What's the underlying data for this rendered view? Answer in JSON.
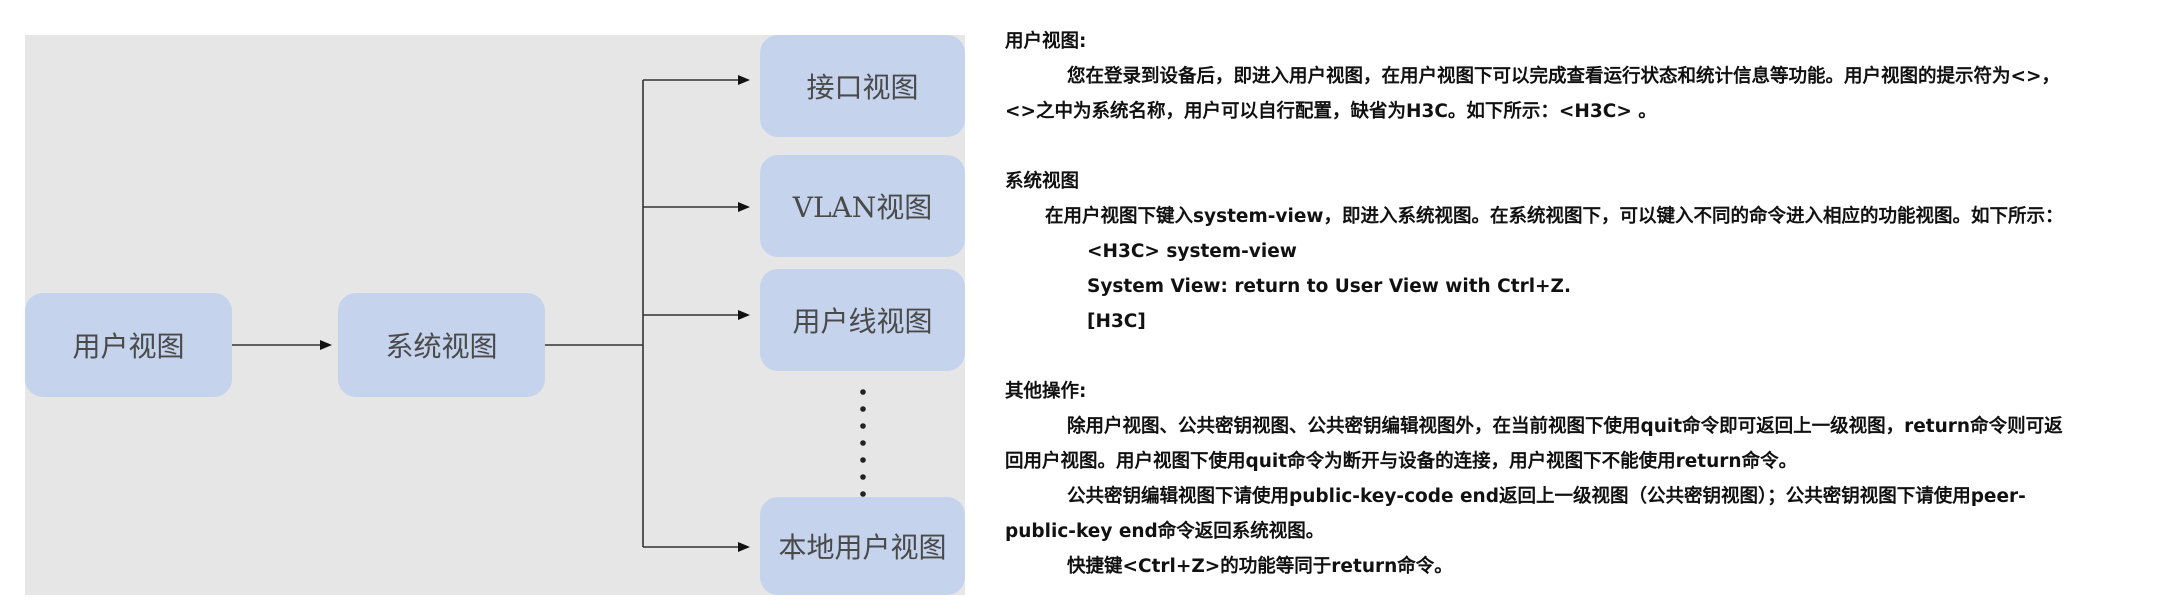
{
  "diagram": {
    "nodes": {
      "user_view": "用户视图",
      "system_view": "系统视图",
      "interface_view": "接口视图",
      "vlan_view": "VLAN视图",
      "user_line_view": "用户线视图",
      "local_user_view": "本地用户视图"
    }
  },
  "text": {
    "user_view_heading": "用户视图:",
    "user_view_para1": "您在登录到设备后，即进入用户视图，在用户视图下可以完成查看运行状态和统计信息等功能。用户视图的提示符为<>，",
    "user_view_para2": "<>之中为系统名称，用户可以自行配置，缺省为H3C。如下所示：<H3C> 。",
    "system_view_heading": "系统视图",
    "system_view_para": "在用户视图下键入system-view，即进入系统视图。在系统视图下，可以键入不同的命令进入相应的功能视图。如下所示：",
    "code_line1": "<H3C> system-view",
    "code_line2": "System View: return to User View with Ctrl+Z.",
    "code_line3": "[H3C]",
    "other_heading": "其他操作:",
    "other_para1_a": "除用户视图、公共密钥视图、公共密钥编辑视图外，在当前视图下使用quit命令即可返回上一级视图，return命令则可返",
    "other_para1_b": "回用户视图。用户视图下使用quit命令为断开与设备的连接，用户视图下不能使用return命令。",
    "other_para2_a": "公共密钥编辑视图下请使用public-key-code end返回上一级视图（公共密钥视图）；公共密钥视图下请使用peer-",
    "other_para2_b": "public-key end命令返回系统视图。",
    "other_para3": "快捷键<Ctrl+Z>的功能等同于return命令。"
  }
}
